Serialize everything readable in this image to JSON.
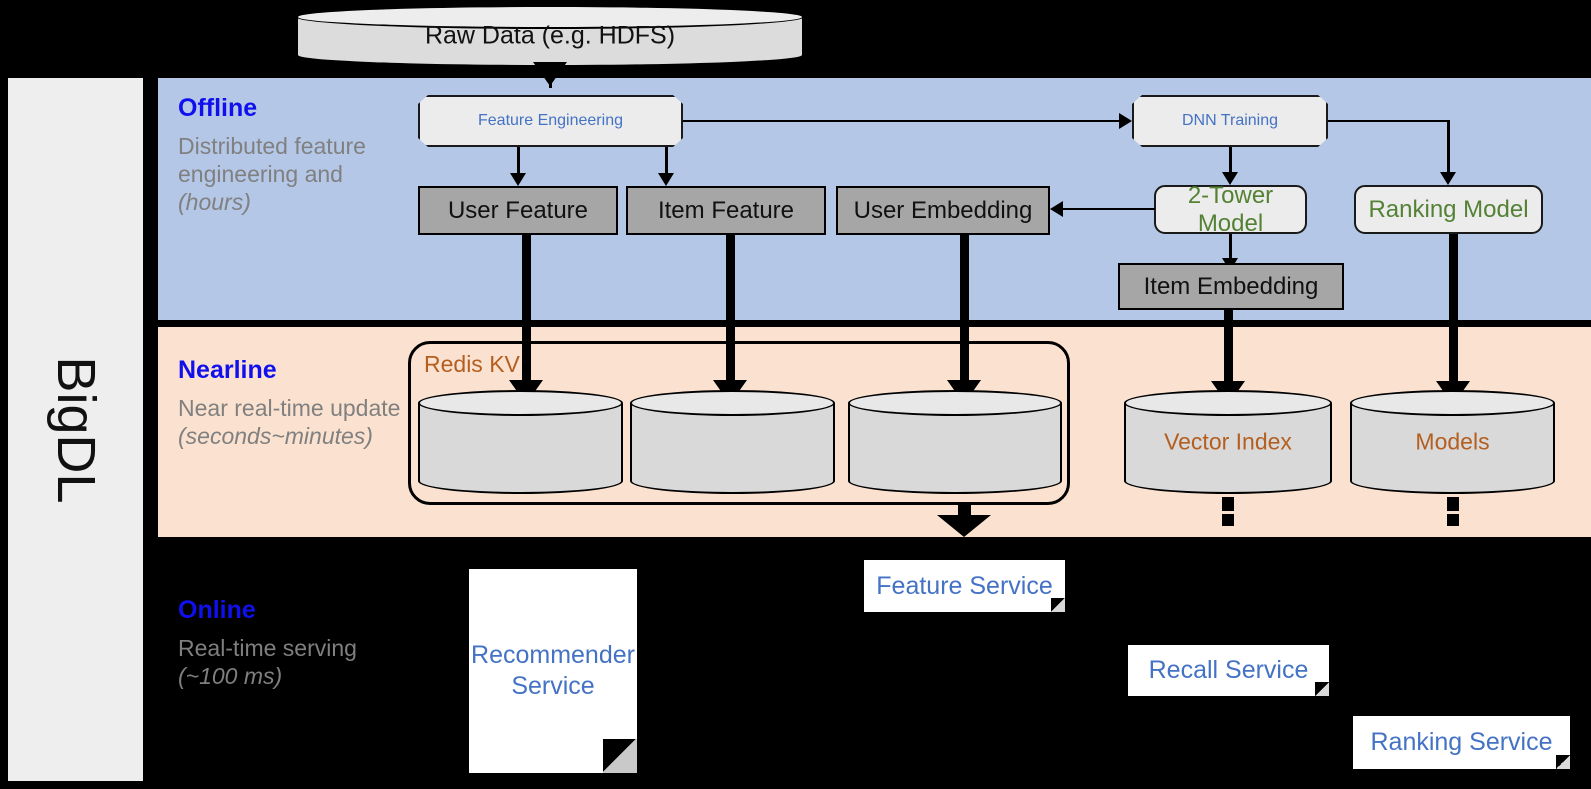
{
  "sidebar": {
    "label": "BigDL"
  },
  "bands": {
    "offline": {
      "title": "Offline",
      "subtitle": "Distributed feature engineering and ",
      "subtitle_italic": "(hours)"
    },
    "nearline": {
      "title": "Nearline",
      "subtitle": "Near real-time update ",
      "subtitle_italic": "(seconds~minutes)"
    },
    "online": {
      "title": "Online",
      "subtitle": "Real-time serving ",
      "subtitle_italic": "(~100 ms)"
    }
  },
  "source": {
    "raw_data": "Raw Data (e.g. HDFS)"
  },
  "offline_nodes": {
    "feature_engineering": "Feature Engineering",
    "dnn_training": "DNN Training",
    "user_feature": "User Feature",
    "item_feature": "Item Feature",
    "user_embedding": "User Embedding",
    "two_tower_model": "2-Tower Model",
    "ranking_model": "Ranking Model",
    "item_embedding": "Item Embedding"
  },
  "nearline_nodes": {
    "redis_kv": "Redis KV",
    "store_1": "",
    "store_2": "",
    "store_3": "",
    "vector_index": "Vector Index",
    "models": "Models"
  },
  "online_nodes": {
    "recommender_service": "Recommender Service",
    "feature_service": "Feature Service",
    "recall_service": "Recall Service",
    "ranking_service": "Ranking Service"
  },
  "colors": {
    "offline_band": "#b4c7e7",
    "nearline_band": "#fbe2d0",
    "online_band": "#000000",
    "accent_blue": "#4472c4",
    "accent_green": "#548235",
    "accent_brown": "#b45f20",
    "heading_blue": "#1010ee",
    "gray_box": "#a6a6a6",
    "card_box": "#ececec",
    "rail": "#eeeeee"
  }
}
